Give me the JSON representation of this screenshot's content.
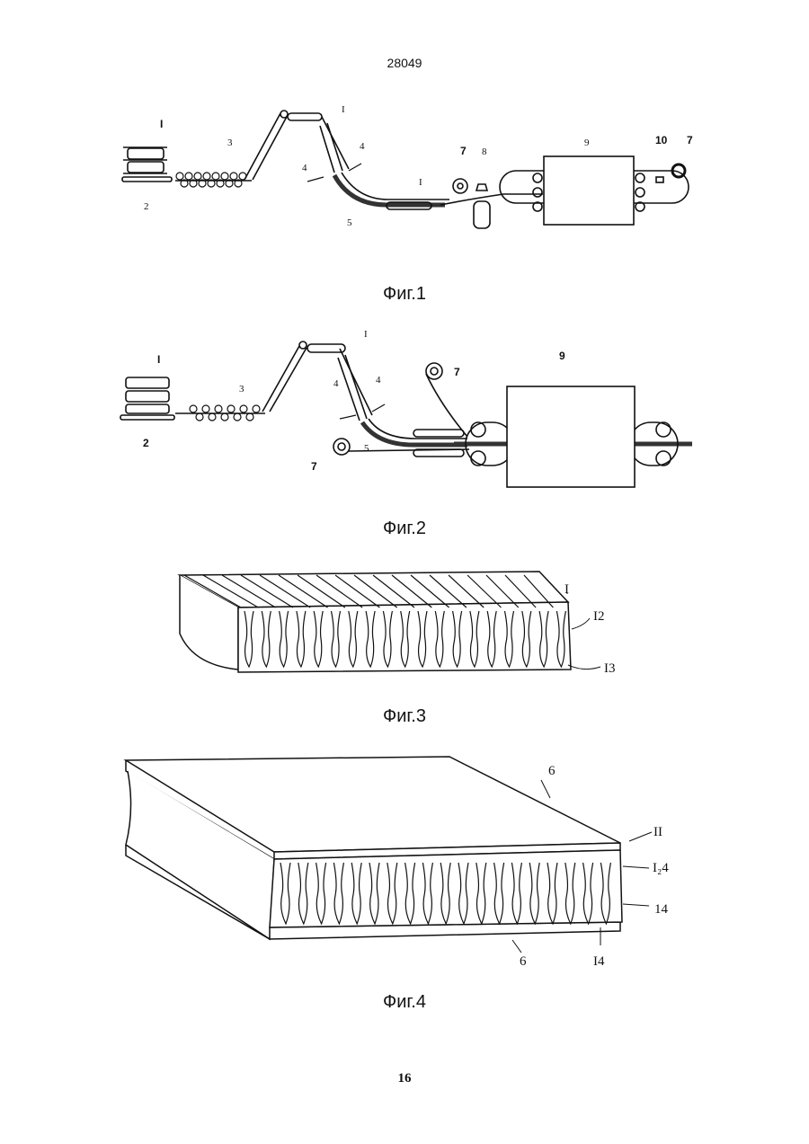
{
  "page": {
    "number_top": "28049",
    "number_bottom": "16"
  },
  "figures": [
    {
      "caption": "Фиг.1",
      "labels": {
        "fiber_stack": "I",
        "base": "2",
        "rollers": "3",
        "guide_left": "4",
        "guide_right": "4",
        "channel": "5",
        "top_belt": "I",
        "belt_mid": "I",
        "roll": "7",
        "sprayer": "8",
        "oven": "9",
        "cutter": "10",
        "roll_out": "7"
      }
    },
    {
      "caption": "Фиг.2",
      "labels": {
        "fiber_stack": "I",
        "base": "2",
        "rollers": "3",
        "guide_left": "4",
        "guide_right": "4",
        "channel": "5",
        "top_belt": "I",
        "roll_top": "7",
        "roll_bottom": "7",
        "oven": "9"
      }
    },
    {
      "caption": "Фиг.3",
      "labels": {
        "web": "I",
        "fold": "I2",
        "fold_base": "I3"
      }
    },
    {
      "caption": "Фиг.4",
      "labels": {
        "top_sheet": "6",
        "core": "II",
        "fold": "I₂4",
        "side": "14",
        "bottom_sheet": "6",
        "bottom_fold": "I4"
      }
    }
  ]
}
